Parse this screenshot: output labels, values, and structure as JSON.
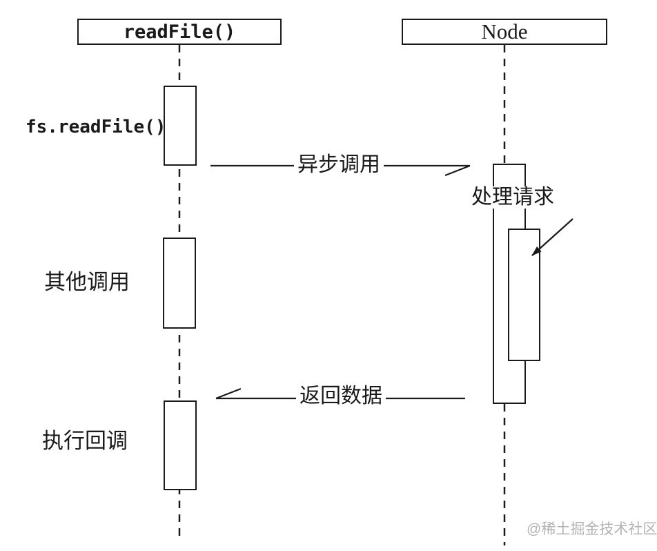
{
  "diagram": {
    "type": "sequence-diagram",
    "actors": [
      {
        "label": "readFile()"
      },
      {
        "label": "Node"
      }
    ],
    "annotations": {
      "fs_readfile": "fs.readFile()",
      "other_calls": "其他调用",
      "execute_callback": "执行回调",
      "handle_request": "处理请求"
    },
    "messages": {
      "async_call": "异步调用",
      "return_data": "返回数据"
    },
    "watermark": "@稀土掘金技术社区",
    "colors": {
      "line": "#1a1a1a",
      "background": "#ffffff",
      "watermark": "#b3b3b3"
    }
  }
}
